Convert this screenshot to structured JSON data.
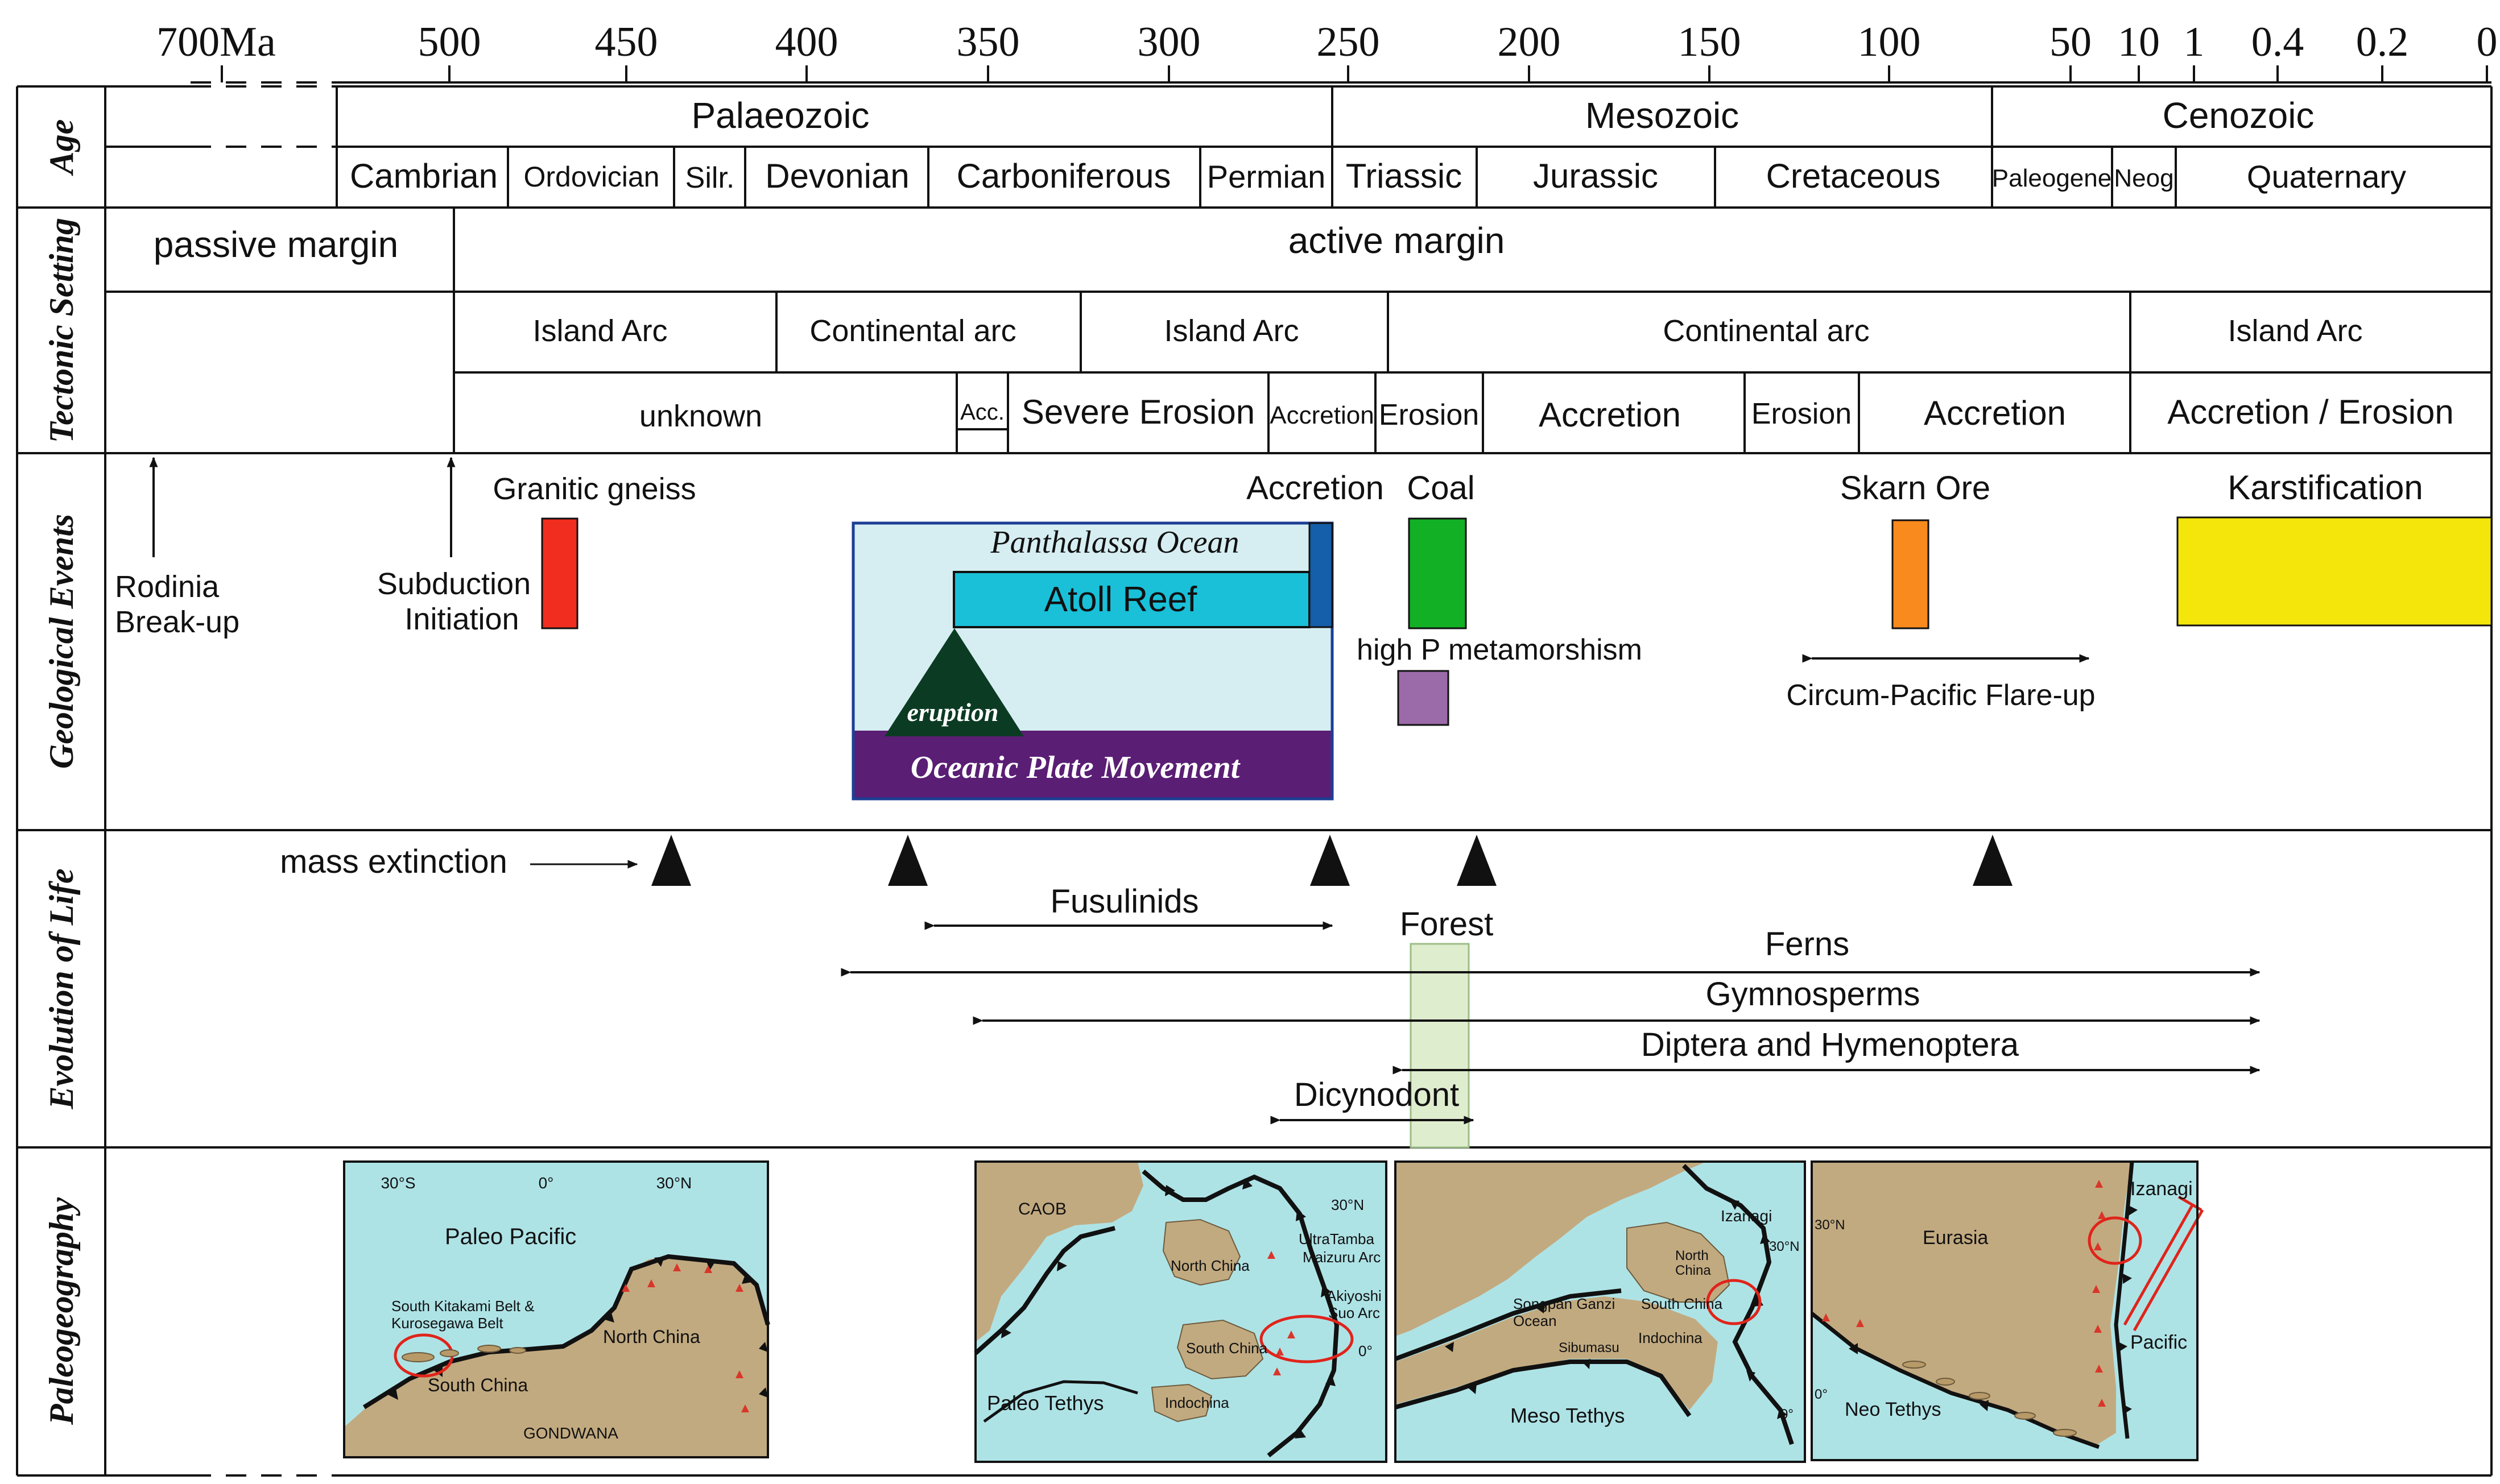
{
  "time_axis": {
    "ticks": [
      "700Ma",
      "500",
      "450",
      "400",
      "350",
      "300",
      "250",
      "200",
      "150",
      "100",
      "50",
      "10",
      "1",
      "0.4",
      "0.2",
      "0"
    ]
  },
  "row_labels": {
    "age": "Age",
    "tectonic": "Tectonic Setting",
    "geological": "Geological Events",
    "life": "Evolution of Life",
    "paleo": "Paleogeography"
  },
  "eras": [
    "Palaeozoic",
    "Mesozoic",
    "Cenozoic"
  ],
  "periods": [
    "Cambrian",
    "Ordovician",
    "Silr.",
    "Devonian",
    "Carboniferous",
    "Permian",
    "Triassic",
    "Jurassic",
    "Cretaceous",
    "Paleogene",
    "Neog",
    "Quaternary"
  ],
  "tectonic": {
    "margin": [
      "passive margin",
      "active margin"
    ],
    "arcs": [
      "Island Arc",
      "Continental arc",
      "Island Arc",
      "Continental arc",
      "Island Arc"
    ],
    "processes": [
      "unknown",
      "Acc.",
      "Severe Erosion",
      "Accretion",
      "Erosion",
      "Accretion",
      "Erosion",
      "Accretion",
      "Accretion / Erosion"
    ]
  },
  "geo_events": {
    "rodinia": [
      "Rodinia",
      "Break-up"
    ],
    "subduction": [
      "Subduction",
      "Initiation"
    ],
    "granitic": "Granitic gneiss",
    "accretion": "Accretion",
    "coal": "Coal",
    "skarn": "Skarn Ore",
    "karst": "Karstification",
    "high_p": "high P metamorshism",
    "flare": "Circum-Pacific Flare-up",
    "panthalassa": "Panthalassa Ocean",
    "atoll": "Atoll Reef",
    "eruption": "eruption",
    "oceanic": "Oceanic Plate Movement"
  },
  "life": {
    "mass_extinction": "mass extinction",
    "fusulinids": "Fusulinids",
    "forest": "Forest",
    "ferns": "Ferns",
    "gymnosperms": "Gymnosperms",
    "diptera": "Diptera and Hymenoptera",
    "dicynodont": "Dicynodont"
  },
  "maps": {
    "m1": {
      "lat_30s": "30°S",
      "lat_0": "0°",
      "lat_30n": "30°N",
      "paleo_pacific": "Paleo Pacific",
      "kitakami_1": "South Kitakami Belt &",
      "kitakami_2": "Kurosegawa Belt",
      "north_china": "North China",
      "south_china": "South China",
      "gondwana": "GONDWANA"
    },
    "m2": {
      "caob": "CAOB",
      "lat_30n": "30°N",
      "ultra_1": "UltraTamba",
      "ultra_2": "Maizuru Arc",
      "north_china": "North China",
      "akiyoshi_1": "Akiyoshi",
      "akiyoshi_2": "Suo Arc",
      "south_china": "South China",
      "lat_0": "0°",
      "indochina": "Indochina",
      "paleo_tethys": "Paleo Tethys"
    },
    "m3": {
      "izanagi": "Izanagi",
      "lat_30n": "30°N",
      "north_1": "North",
      "north_2": "China",
      "songpan_1": "Songpan Ganzi",
      "songpan_2": "Ocean",
      "south_china": "South China",
      "indochina": "Indochina",
      "sibumasu": "Sibumasu",
      "lat_0": "0°",
      "meso_tethys": "Meso Tethys"
    },
    "m4": {
      "izanagi": "Izanagi",
      "lat_30n": "30°N",
      "eurasia": "Eurasia",
      "pacific": "Pacific",
      "lat_0": "0°",
      "neo_tethys": "Neo Tethys"
    }
  },
  "colors": {
    "ocean": "#aee3e6",
    "land": "#c2aa80",
    "granitic": "#f02d1e",
    "coal": "#12b025",
    "skarn": "#f98a1d",
    "karst": "#f4e60a",
    "metamorphism": "#9b6aa8",
    "atoll": "#19c0d8",
    "panthalassa": "#d6eef2",
    "accretion_bar": "#155ea9",
    "oceanic_plate": "#5a1e74",
    "eruption": "#0c3b24",
    "forest": "#dfedcf"
  }
}
